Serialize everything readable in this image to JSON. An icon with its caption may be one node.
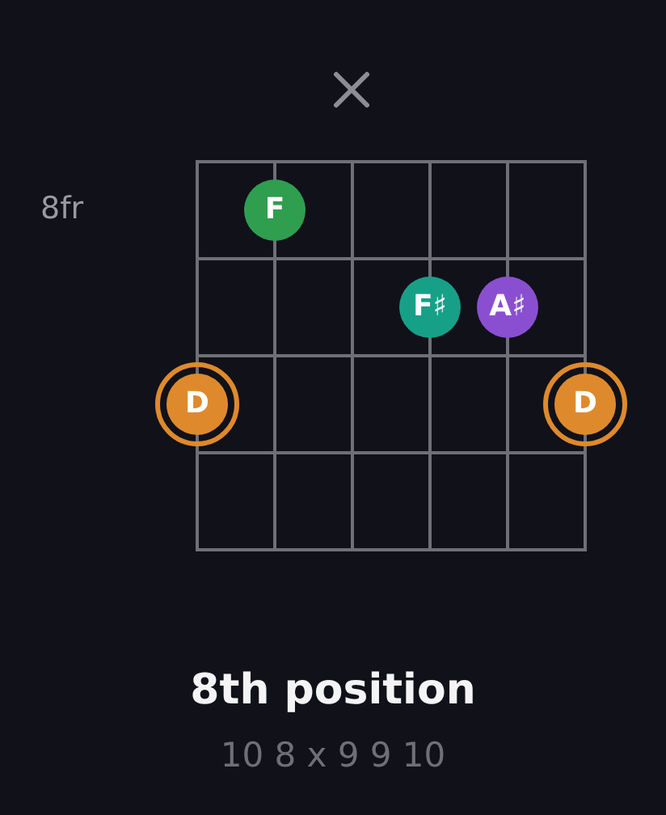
{
  "diagram": {
    "title": "8th position",
    "caption": "10 8 x 9 9 10",
    "nodes": [
      {
        "text": [
          "F"
        ]
      },
      {
        "text": [
          "F♯"
        ]
      },
      {
        "text": [
          "A♯"
        ]
      },
      {
        "text": [
          "D"
        ]
      },
      {
        "text": [
          "D"
        ]
      }
    ],
    "labels": [
      "8fr"
    ]
  }
}
